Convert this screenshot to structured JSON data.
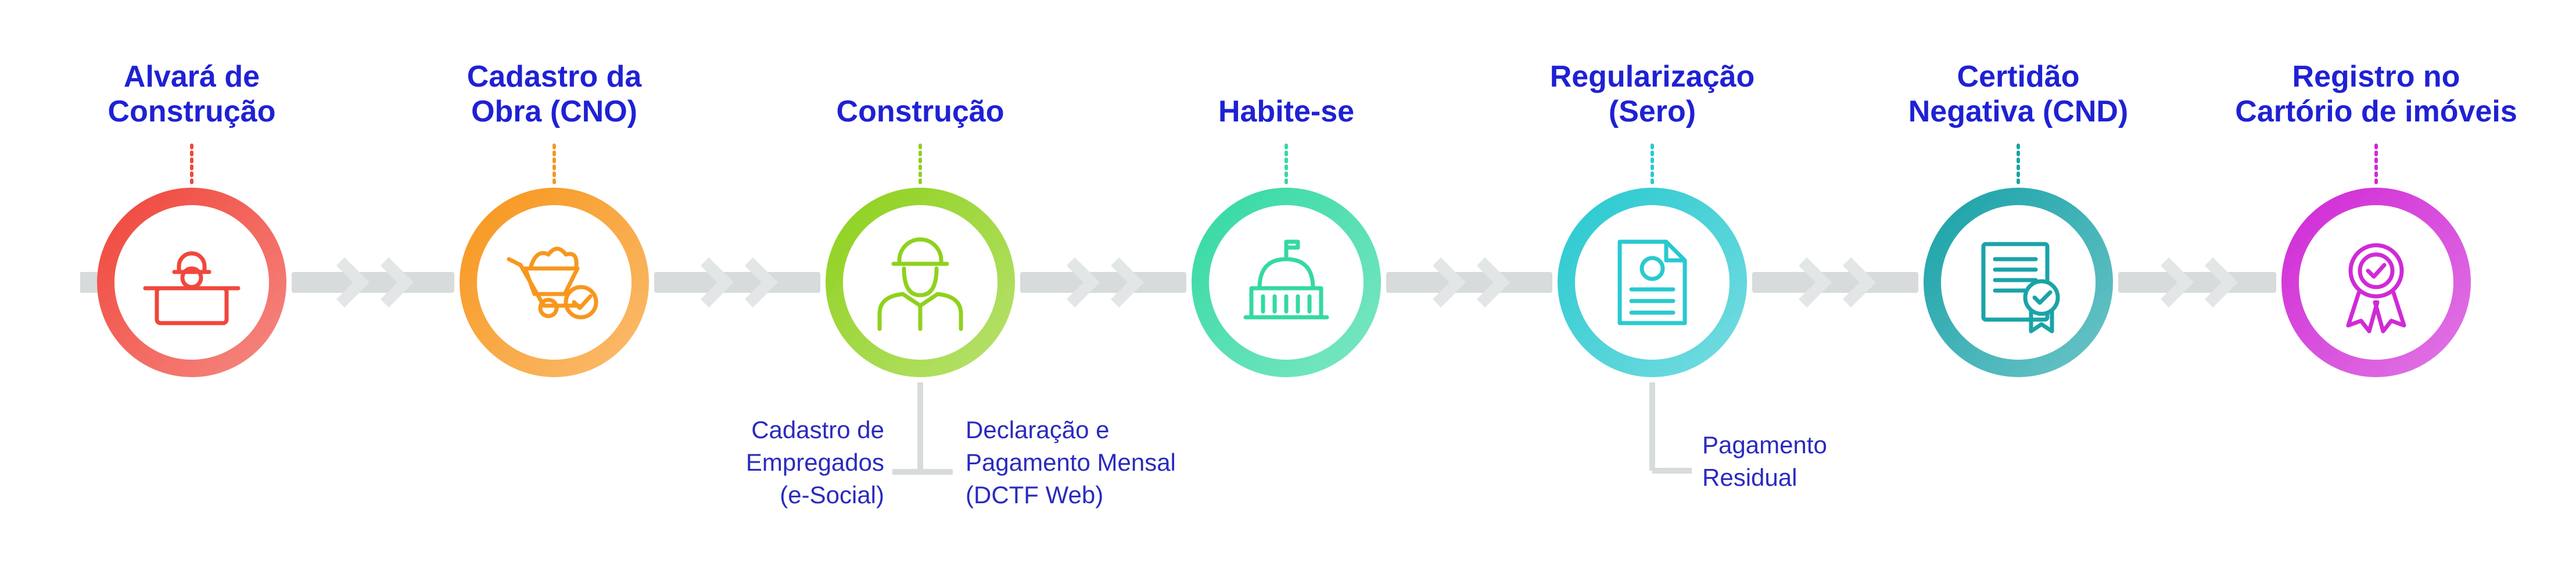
{
  "steps": [
    {
      "line1": "Alvará de",
      "line2": "Construção",
      "color": "#f0473c",
      "icon": "worker-wall-icon"
    },
    {
      "line1": "Cadastro da",
      "line2": "Obra (CNO)",
      "color": "#f7971e",
      "icon": "wheelbarrow-icon"
    },
    {
      "line1": "",
      "line2": "Construção",
      "color": "#8fd11e",
      "icon": "construction-worker-icon"
    },
    {
      "line1": "",
      "line2": "Habite-se",
      "color": "#34d9a3",
      "icon": "capitol-building-icon"
    },
    {
      "line1": "Regularização",
      "line2": "(Sero)",
      "color": "#29c9d0",
      "icon": "invoice-document-icon"
    },
    {
      "line1": "Certidão",
      "line2": "Negativa (CND)",
      "color": "#1aa3a8",
      "icon": "certificate-icon"
    },
    {
      "line1": "Registro no",
      "line2": "Cartório de imóveis",
      "color": "#d02ad6",
      "icon": "award-rosette-icon"
    }
  ],
  "substeps": {
    "empregados": [
      "Cadastro de",
      "Empregados",
      "(e-Social)"
    ],
    "declaracao": [
      "Declaração e",
      "Pagamento Mensal",
      "(DCTF Web)"
    ],
    "residual": [
      "Pagamento",
      "Residual"
    ]
  },
  "colors": {
    "title": "#1f21d4",
    "subtext": "#2a2abf",
    "connector": "#d7dbdc",
    "chevron": "#e2e6e6"
  }
}
